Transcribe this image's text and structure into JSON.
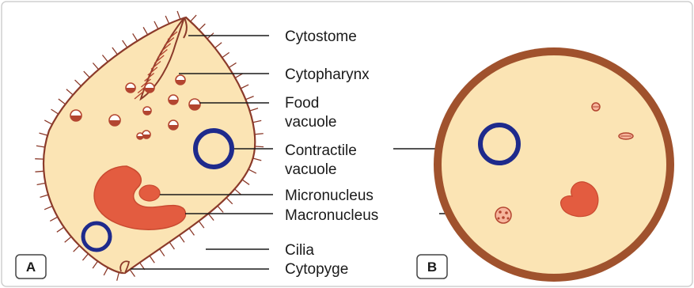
{
  "labels": {
    "cytostome": "Cytostome",
    "cytopharynx": "Cytopharynx",
    "food_vacuole": [
      "Food",
      "vacuole"
    ],
    "contractile_vacuole": [
      "Contractile",
      "vacuole"
    ],
    "micronucleus": "Micronucleus",
    "macronucleus": "Macronucleus",
    "cilia": "Cilia",
    "cytopyge": "Cytopyge"
  },
  "panels": {
    "a": "A",
    "b": "B"
  },
  "colors": {
    "cytoplasm": "#fbe4b4",
    "nucleus": "#e35c40",
    "vacuole_ring": "#1e2a8c",
    "cyst_wall": "#a0522d",
    "cilia": "#8b3a2a",
    "outline": "#8b3a2a",
    "leader": "#1a1a1a"
  }
}
